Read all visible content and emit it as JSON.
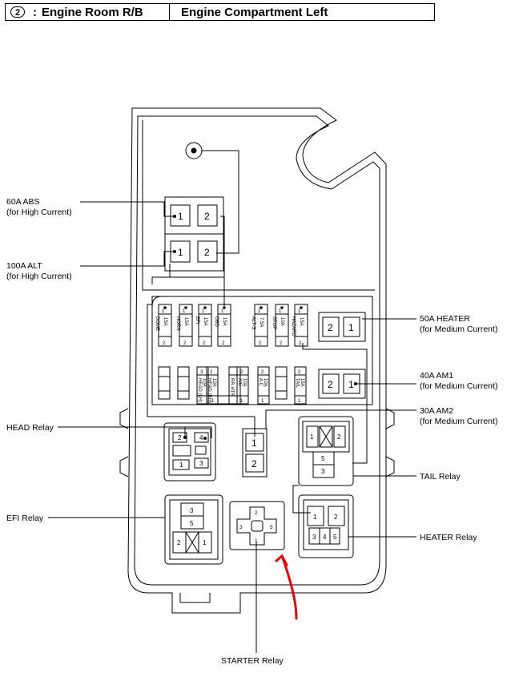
{
  "header": {
    "number": "2",
    "separator": ":",
    "left_title": "Engine Room R/B",
    "right_title": "Engine Compartment Left"
  },
  "callouts": {
    "abs": {
      "name": "60A ABS",
      "note": "(for High Current)"
    },
    "alt": {
      "name": "100A ALT",
      "note": "(for High Current)"
    },
    "heater_fuse": {
      "name": "50A HEATER",
      "note": "(for Medium Current)"
    },
    "am1": {
      "name": "40A AM1",
      "note": "(for Medium Current)"
    },
    "am2": {
      "name": "30A AM2",
      "note": "(for Medium Current)"
    },
    "head_relay": "HEAD Relay",
    "efi_relay": "EFI Relay",
    "tail_relay": "TAIL Relay",
    "heater_relay": "HEATER Relay",
    "starter_relay": "STARTER Relay"
  },
  "fuses_top": [
    {
      "name": "DOME",
      "amp": "15A",
      "top": "1",
      "bottom": "2"
    },
    {
      "name": "HORN",
      "amp": "15A",
      "top": "1",
      "bottom": "2"
    },
    {
      "name": "EFI",
      "amp": "15A",
      "top": "1",
      "bottom": "2"
    },
    {
      "name": "OBD",
      "amp": "15A",
      "top": "1",
      "bottom": "2"
    },
    {
      "name": "ALT-S",
      "amp": "7.5A",
      "top": "1",
      "bottom": "2"
    },
    {
      "name": "STOP",
      "amp": "10A",
      "top": "1",
      "bottom": "2"
    },
    {
      "name": "HAZARD",
      "amp": "15A",
      "top": "1",
      "bottom": "2"
    }
  ],
  "fuses_bottom": [
    {
      "name": "HEAD (LH)",
      "amp": "10A",
      "top": "3"
    },
    {
      "name": "HEAD (RH)",
      "amp": "10A",
      "top": "2"
    },
    {
      "name": "RR HTR",
      "amp": "",
      "top": ""
    },
    {
      "name": "A/C",
      "amp": "10A",
      "top": "2"
    },
    {
      "name": "A.C",
      "amp": "10A",
      "top": "2"
    },
    {
      "name": "TAIL",
      "amp": "15A",
      "top": "2"
    }
  ],
  "pins": {
    "one": "1",
    "two": "2",
    "three": "3",
    "four": "4",
    "five": "5"
  },
  "colors": {
    "line": "#000000",
    "annotation": "#e00000"
  }
}
